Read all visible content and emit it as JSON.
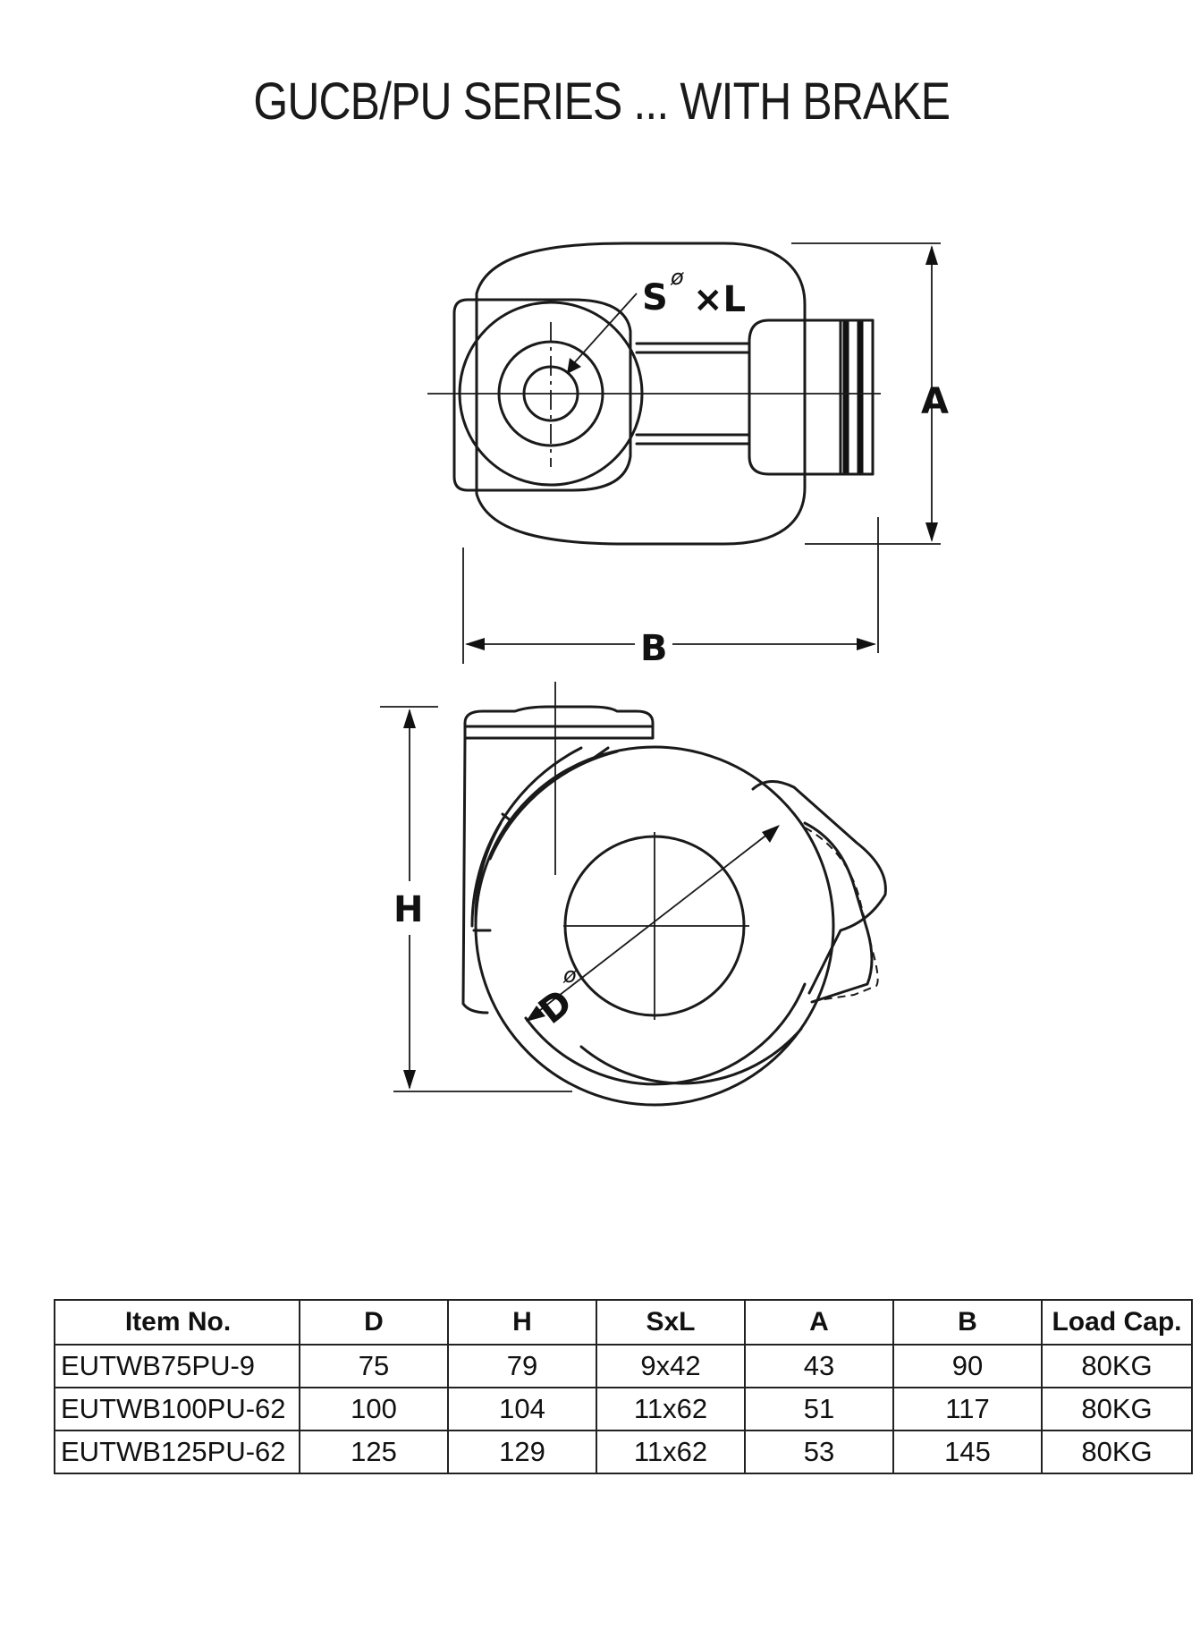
{
  "title": "GUCB/PU SERIES ... WITH BRAKE",
  "diagram": {
    "labels": {
      "s_letter": "S",
      "phi_s": "ø",
      "times_l": "×L",
      "a": "A",
      "b": "B",
      "h": "H",
      "d_letter": "D",
      "phi_d": "ø"
    }
  },
  "table": {
    "headers": [
      "Item No.",
      "D",
      "H",
      "SxL",
      "A",
      "B",
      "Load Cap."
    ],
    "rows": [
      [
        "EUTWB75PU-9",
        "75",
        "79",
        "9x42",
        "43",
        "90",
        "80KG"
      ],
      [
        "EUTWB100PU-62",
        "100",
        "104",
        "11x62",
        "51",
        "117",
        "80KG"
      ],
      [
        "EUTWB125PU-62",
        "125",
        "129",
        "11x62",
        "53",
        "145",
        "80KG"
      ]
    ]
  }
}
